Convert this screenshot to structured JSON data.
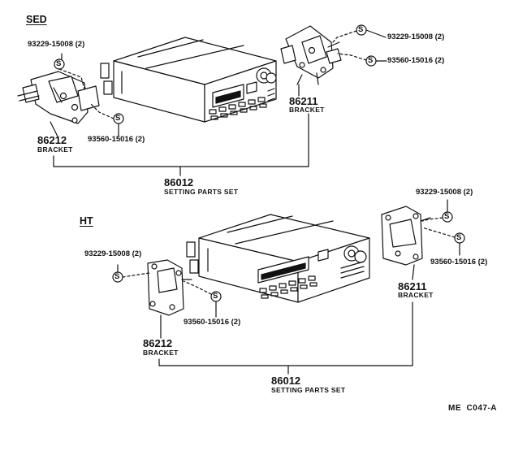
{
  "sections": [
    {
      "label": "SED",
      "labels": {
        "screw_a": "93229-15008 (2)",
        "screw_b_right": "93229-15008 (2)",
        "screw_c_right": "93560-15016 (2)",
        "screw_d": "93560-15016 (2)",
        "bracket_right_number": "86211",
        "bracket_right_name": "BRACKET",
        "bracket_left_number": "86212",
        "bracket_left_name": "BRACKET",
        "set_number": "86012",
        "set_name": "SETTING PARTS SET"
      }
    },
    {
      "label": "HT",
      "labels": {
        "screw_a": "93229-15008 (2)",
        "screw_b_right": "93229-15008 (2)",
        "screw_c_right": "93560-15016 (2)",
        "screw_d": "93560-15016 (2)",
        "bracket_right_number": "86211",
        "bracket_right_name": "BRACKET",
        "bracket_left_number": "86212",
        "bracket_left_name": "BRACKET",
        "set_number": "86012",
        "set_name": "SETTING PARTS SET"
      }
    }
  ],
  "screw_symbol": "S",
  "figure_code": "ME  C047-A"
}
